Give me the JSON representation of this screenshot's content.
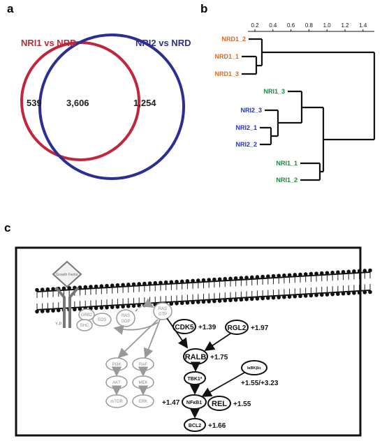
{
  "panels": {
    "a": "a",
    "b": "b",
    "c": "c"
  },
  "venn": {
    "left_label": "NRI1 vs NRD",
    "right_label": "NRI2 vs NRD",
    "left_only": "539",
    "overlap": "3,606",
    "right_only": "1,254",
    "left_color": "#c0273b",
    "right_color": "#2b2f93"
  },
  "dendrogram": {
    "axis_ticks": [
      "0.2",
      "0.4",
      "0.6",
      "0.8",
      "1.0",
      "1.2",
      "1.4"
    ],
    "leaves": [
      {
        "label": "NRD1_2",
        "color": "#e0681e"
      },
      {
        "label": "NRD1_1",
        "color": "#e0681e"
      },
      {
        "label": "NRD1_3",
        "color": "#e0681e"
      },
      {
        "label": "NRI1_3",
        "color": "#1a8a3c"
      },
      {
        "label": "NRI2_3",
        "color": "#2233bb"
      },
      {
        "label": "NRI2_1",
        "color": "#2233bb"
      },
      {
        "label": "NRI2_2",
        "color": "#2233bb"
      },
      {
        "label": "NRI1_1",
        "color": "#1a8a3c"
      },
      {
        "label": "NRI1_2",
        "color": "#1a8a3c"
      }
    ]
  },
  "pathway": {
    "receptor_text": "Growth Factor",
    "ytyr_label": "Y-P",
    "grey_nodes": {
      "grb2": "GRB2",
      "sos": "SOS",
      "shc": "SHC",
      "ras_gdp_1": "RAS",
      "ras_gdp_2": "GDP",
      "ras_gtp_1": "RAS",
      "ras_gtp_2": "GTP",
      "pi3k": "PI3K",
      "akt": "AKT",
      "mtor": "mTOR",
      "raf": "RAF",
      "mek": "MEK",
      "erk": "ERK"
    },
    "black_nodes": {
      "cdk5": "CDK5",
      "rgl2": "RGL2",
      "ralb": "RALB",
      "tbk1": "TBK1*",
      "ikbk": "IκBKβ/ε",
      "nfkb1": "NFκB1",
      "rel": "REL",
      "bcl2": "BCL2"
    },
    "fold_changes": {
      "cdk5": "+1.39",
      "rgl2": "+1.97",
      "ralb": "+1.75",
      "ikbk": "+1.55/+3.23",
      "nfkb1": "+1.47",
      "rel": "+1.55",
      "bcl2": "+1.66"
    }
  }
}
